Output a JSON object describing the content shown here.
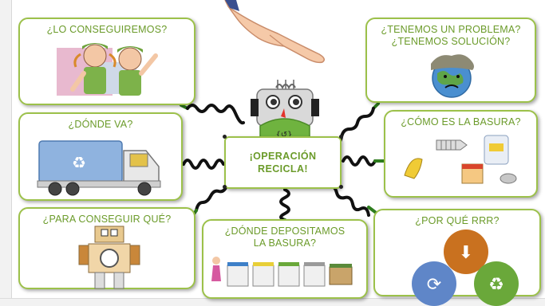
{
  "center": {
    "title": "¡OPERACIÓN\nRECICLA!"
  },
  "cards": {
    "top_left": {
      "title": "¿LO CONSEGUIREMOS?"
    },
    "top_right": {
      "title": "¿TENEMOS UN PROBLEMA?\n¿TENEMOS SOLUCIÓN?"
    },
    "mid_left": {
      "title": "¿DÓNDE VA?"
    },
    "mid_right": {
      "title": "¿CÓMO ES LA BASURA?"
    },
    "bottom_left": {
      "title": "¿PARA CONSEGUIR QUÉ?"
    },
    "bottom_center": {
      "title": "¿DÓNDE DEPOSITAMOS\nLA BASURA?"
    },
    "bottom_right": {
      "title": "¿POR QUÉ RRR?"
    }
  },
  "rrr_colors": {
    "reduce": "#c9711f",
    "reuse": "#5f86c8",
    "recycle": "#6aa83a"
  },
  "icons": [
    "pointing-hand",
    "robot",
    "kids",
    "sad-earth",
    "garbage-truck",
    "trash-items",
    "robot-toy",
    "recycle-bins",
    "arrow-down",
    "cycle",
    "recycle"
  ]
}
